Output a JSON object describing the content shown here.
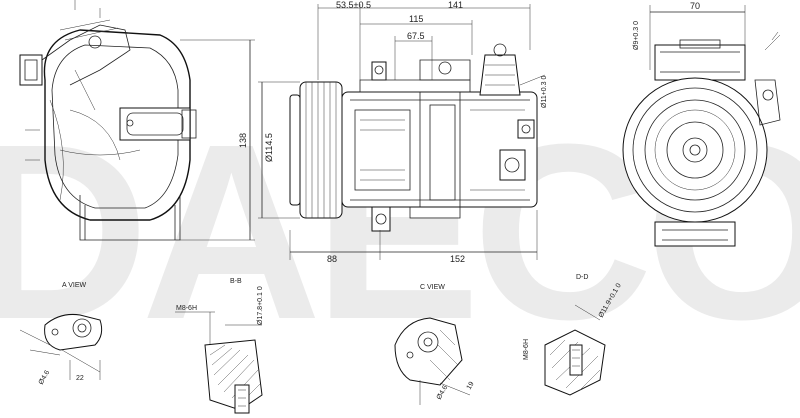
{
  "watermark": "DAECO",
  "dimensions": {
    "d53": "53.5±0.5",
    "d141": "141",
    "d115": "115",
    "d67": "67.5",
    "d138": "138",
    "d114": "Ø114.5",
    "d88": "88",
    "d152": "152",
    "d70": "70",
    "dphi9": "Ø9+0.3 0",
    "dphi11": "Ø11+0.3 0"
  },
  "views": {
    "a_view": "A VIEW",
    "b_label": "B-B",
    "c_view": "C VIEW",
    "d_label": "D-D"
  },
  "details": {
    "m8a": "M8-6H",
    "phi17": "Ø17.8+0.1 0",
    "phi4_6a": "Ø4.6",
    "n22": "22",
    "phi4_6b": "Ø4.6",
    "n19": "19",
    "m8b": "M8-6H",
    "phi11_9": "Ø11.9+0.1 0"
  }
}
